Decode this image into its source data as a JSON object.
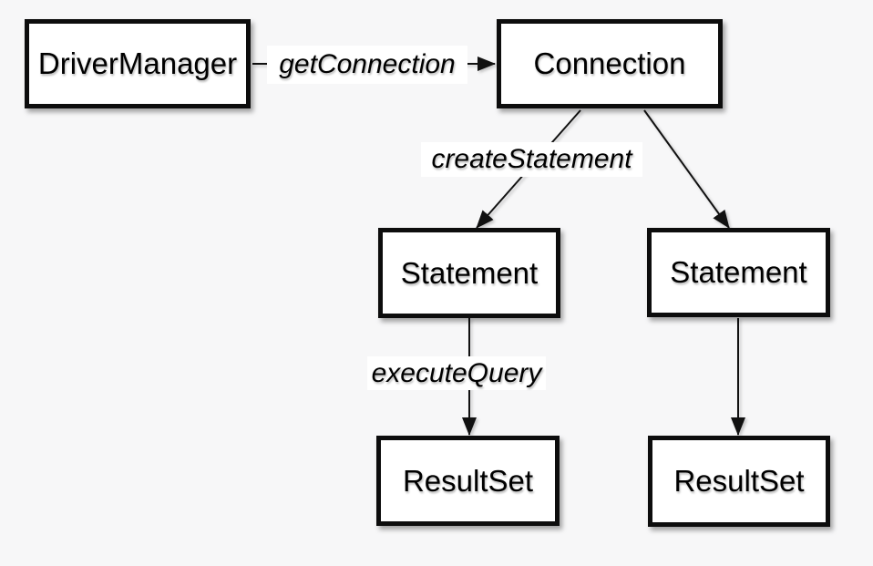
{
  "colors": {
    "background": "#f7f7f8",
    "node_fill": "#ffffff",
    "node_border": "#0d0d0d",
    "edge_line": "#111111",
    "label_background": "#ffffff",
    "text": "#000000"
  },
  "nodes": [
    {
      "id": "driver-manager",
      "label": "DriverManager"
    },
    {
      "id": "connection",
      "label": "Connection"
    },
    {
      "id": "statement-1",
      "label": "Statement"
    },
    {
      "id": "statement-2",
      "label": "Statement"
    },
    {
      "id": "resultset-1",
      "label": "ResultSet"
    },
    {
      "id": "resultset-2",
      "label": "ResultSet"
    }
  ],
  "edges": [
    {
      "from": "driver-manager",
      "to": "connection",
      "label": "getConnection"
    },
    {
      "from": "connection",
      "to": "statement-1",
      "label": "createStatement"
    },
    {
      "from": "connection",
      "to": "statement-2",
      "label": ""
    },
    {
      "from": "statement-1",
      "to": "resultset-1",
      "label": "executeQuery"
    },
    {
      "from": "statement-2",
      "to": "resultset-2",
      "label": ""
    }
  ]
}
